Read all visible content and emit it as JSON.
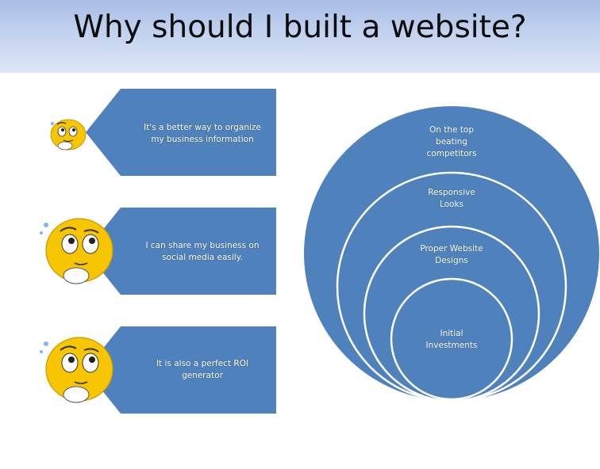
{
  "header": {
    "title": "Why should I built a website?"
  },
  "reasons": [
    {
      "text_line1": "It's a better way to organize",
      "text_line2": "my business information"
    },
    {
      "text_line1": "I can share my business on",
      "text_line2": "social media easily."
    },
    {
      "text_line1": "It is also a perfect ROI",
      "text_line2": "generator"
    }
  ],
  "circles": [
    {
      "line1": "On the top",
      "line2": "beating",
      "line3": "competitors"
    },
    {
      "line1": "Responsive",
      "line2": "Looks"
    },
    {
      "line1": "Proper Website",
      "line2": "Designs"
    },
    {
      "line1": "Initial",
      "line2": "Investments"
    }
  ],
  "colors": {
    "shape_fill": "#4f81bd",
    "circle_stroke": "#ffffff",
    "face_yellow": "#f7c600",
    "header_top": "#a9bde6"
  },
  "icons": [
    "thinking-face-icon",
    "thinking-face-icon",
    "thinking-face-icon"
  ]
}
